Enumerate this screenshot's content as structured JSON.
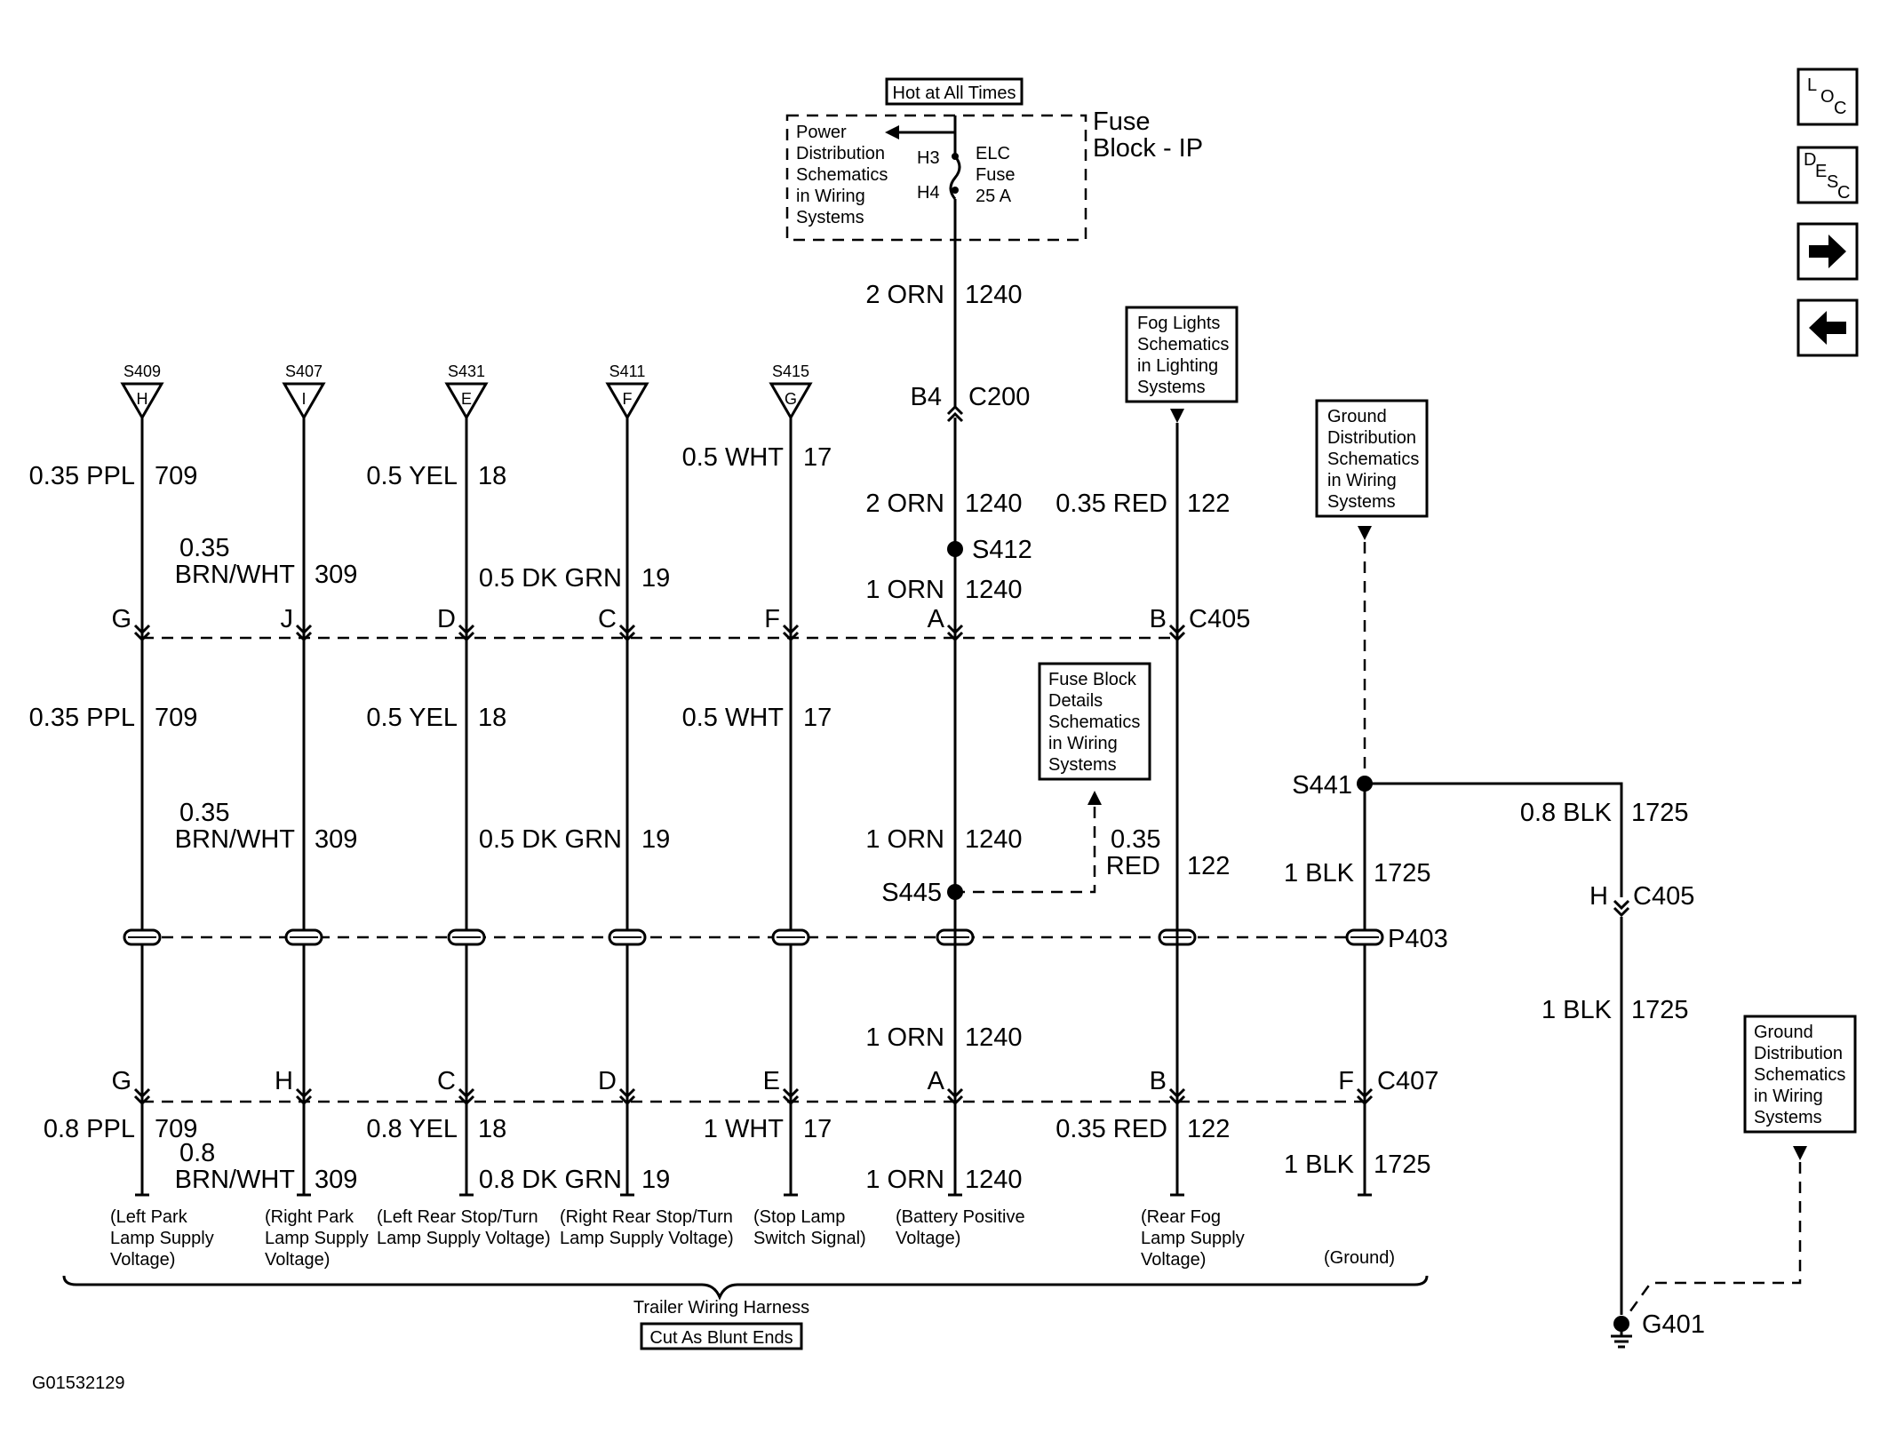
{
  "top": {
    "hot_label": "Hot at All Times",
    "fuse_block_line1": "Fuse",
    "fuse_block_line2": "Block - IP",
    "power_dist": [
      "Power",
      "Distribution",
      "Schematics",
      "in Wiring",
      "Systems"
    ],
    "pin_h3": "H3",
    "pin_h4": "H4",
    "fuse": [
      "ELC",
      "Fuse",
      "25 A"
    ]
  },
  "wires": {
    "orn2_a": "2 ORN",
    "c1240_a": "1240",
    "b4": "B4",
    "c200": "C200",
    "orn2_b": "2 ORN",
    "c1240_b": "1240",
    "s412": "S412",
    "orn1_a": "1 ORN",
    "c1240_c": "1240",
    "red035_a": "0.35 RED",
    "c122_a": "122",
    "ppl035_a": "0.35 PPL",
    "c709_a": "709",
    "brn035_a1": "0.35",
    "brn035_a2": "BRN/WHT",
    "c309_a": "309",
    "yel05_a": "0.5 YEL",
    "c18_a": "18",
    "dkgrn05_a": "0.5 DK GRN",
    "c19_a": "19",
    "wht05_a": "0.5 WHT",
    "c17_a": "17",
    "ppl035_b": "0.35 PPL",
    "c709_b": "709",
    "yel05_b": "0.5 YEL",
    "c18_b": "18",
    "wht05_b": "0.5 WHT",
    "c17_b": "17",
    "brn035_b1": "0.35",
    "brn035_b2": "BRN/WHT",
    "c309_b": "309",
    "dkgrn05_b": "0.5 DK GRN",
    "c19_b": "19",
    "orn1_b": "1 ORN",
    "c1240_d": "1240",
    "red035_b1": "0.35",
    "red035_b2": "RED",
    "c122_b": "122",
    "s445": "S445",
    "s441": "S441",
    "blk08": "0.8 BLK",
    "c1725_a": "1725",
    "blk1_a": "1 BLK",
    "c1725_b": "1725",
    "h_pin": "H",
    "c405_r": "C405",
    "p403": "P403",
    "blk1_b": "1 BLK",
    "c1725_c": "1725",
    "orn1_c": "1 ORN",
    "c1240_e": "1240",
    "ppl08": "0.8 PPL",
    "c709_c": "709",
    "brn08_1": "0.8",
    "brn08_2": "BRN/WHT",
    "c309_c": "309",
    "yel08": "0.8 YEL",
    "c18_c": "18",
    "dkgrn08": "0.8 DK GRN",
    "c19_c": "19",
    "wht1": "1 WHT",
    "c17_c": "17",
    "orn1_d": "1 ORN",
    "c1240_f": "1240",
    "red035_c": "0.35 RED",
    "c122_c": "122",
    "blk1_c": "1 BLK",
    "c1725_d": "1725",
    "g401": "G401"
  },
  "splices": [
    {
      "id": "S409",
      "pin": "H"
    },
    {
      "id": "S407",
      "pin": "I"
    },
    {
      "id": "S431",
      "pin": "E"
    },
    {
      "id": "S411",
      "pin": "F"
    },
    {
      "id": "S415",
      "pin": "G"
    }
  ],
  "c405_pins": [
    "G",
    "J",
    "D",
    "C",
    "F",
    "A",
    "B"
  ],
  "c405_label": "C405",
  "c407_pins": [
    "G",
    "H",
    "C",
    "D",
    "E",
    "A",
    "B",
    "F"
  ],
  "c407_label": "C407",
  "ref_boxes": {
    "fog": [
      "Fog Lights",
      "Schematics",
      "in Lighting",
      "Systems"
    ],
    "ground1": [
      "Ground",
      "Distribution",
      "Schematics",
      "in Wiring",
      "Systems"
    ],
    "fuse_block_details": [
      "Fuse Block",
      "Details",
      "Schematics",
      "in Wiring",
      "Systems"
    ],
    "ground2": [
      "Ground",
      "Distribution",
      "Schematics",
      "in Wiring",
      "Systems"
    ]
  },
  "circuit_desc": [
    [
      "(Left Park",
      "Lamp Supply",
      "Voltage)"
    ],
    [
      "(Right Park",
      "Lamp Supply",
      "Voltage)"
    ],
    [
      "(Left Rear Stop/Turn",
      "Lamp Supply Voltage)"
    ],
    [
      "(Right Rear Stop/Turn",
      "Lamp Supply Voltage)"
    ],
    [
      "(Stop Lamp",
      "Switch Signal)"
    ],
    [
      "(Battery Positive",
      "Voltage)"
    ],
    [
      "(Rear Fog",
      "Lamp Supply",
      "Voltage)"
    ],
    [
      "(Ground)"
    ]
  ],
  "harness": {
    "label": "Trailer Wiring Harness",
    "cut_label": "Cut As Blunt Ends"
  },
  "nav": {
    "loc": [
      "L",
      "O",
      "C"
    ],
    "desc": [
      "D",
      "E",
      "S",
      "C"
    ],
    "next": "arrow-right-icon",
    "prev": "arrow-left-icon"
  },
  "figure_id": "G01532129"
}
